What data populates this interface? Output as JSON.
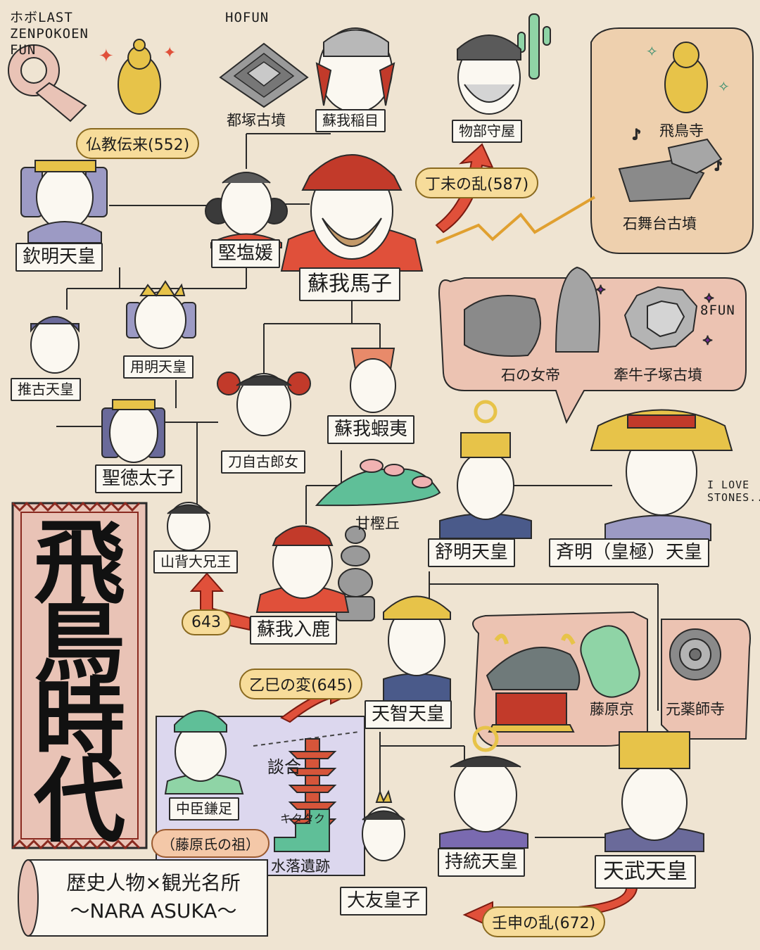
{
  "title": {
    "chars": [
      "飛",
      "鳥",
      "時",
      "代"
    ]
  },
  "caption": {
    "line1": "歴史人物×観光名所",
    "line2": "〜NARA ASUKA〜"
  },
  "sketch_notes": {
    "hofun": "HOFUN",
    "last_zenpokoen": "ホボLAST ZENPOKOEN FUN",
    "eight_fun": "8FUN",
    "i_love_stones": "I LOVE STONES..",
    "dango": "談合",
    "kitakuta": "キタタク"
  },
  "people": {
    "kinmei": "欽明天皇",
    "kitashihime": "堅塩媛",
    "soga_umako": "蘇我馬子",
    "soga_iname": "蘇我稲目",
    "mononobe_moriya": "物部守屋",
    "suiko": "推古天皇",
    "yomei": "用明天皇",
    "shotoku": "聖徳太子",
    "tojiko": "刀自古郎女",
    "soga_emishi": "蘇我蝦夷",
    "yamashiro": "山背大兄王",
    "soga_iruka": "蘇我入鹿",
    "jomei": "舒明天皇",
    "saimei": "斉明（皇極）天皇",
    "tenji": "天智天皇",
    "nakatomi": "中臣鎌足",
    "nakatomi_note": "（藤原氏の祖）",
    "jito": "持統天皇",
    "tenmu": "天武天皇",
    "otomo": "大友皇子"
  },
  "places": {
    "miyazuka": "都塚古墳",
    "asukadera": "飛鳥寺",
    "ishibutai": "石舞台古墳",
    "ishi_no_meotokaki": "石の女帝",
    "kengoshi": "牽牛子塚古墳",
    "amakashi": "甘樫丘",
    "fujiwarakyo": "藤原京",
    "motoyakushiji": "元薬師寺",
    "mizuochi": "水落遺跡"
  },
  "events": {
    "bukkyo": "仏教伝来(552)",
    "teibi": "丁未の乱(587)",
    "isshi": "乙巳の変(645)",
    "y643": "643",
    "jinshin": "壬申の乱(672)"
  },
  "colors": {
    "background": "#efe4d2",
    "bubble_pink": "#ecc3b2",
    "bubble_peach": "#eed0ae",
    "scroll": "#e9c3b6",
    "arrow_red": "#e0503a",
    "crown_gold": "#e7c349",
    "lavender_panel": "#dcd7ee"
  }
}
